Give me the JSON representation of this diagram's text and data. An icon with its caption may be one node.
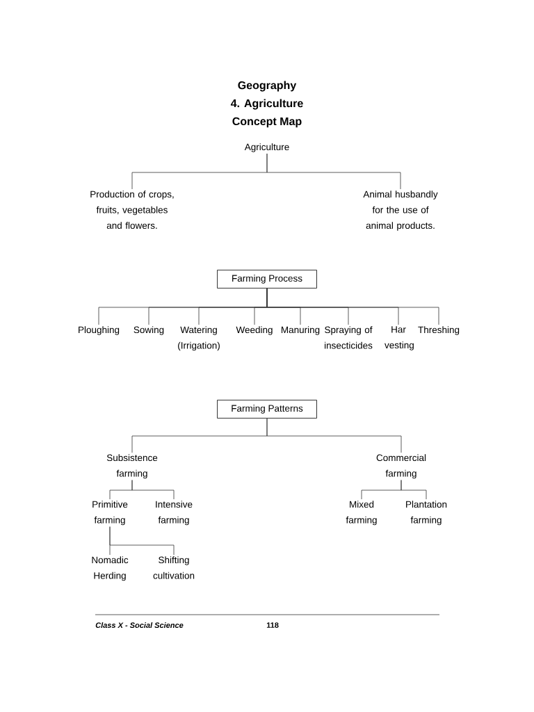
{
  "diagram": {
    "nodes": [
      {
        "text": [
          "Agriculture"
        ]
      },
      {
        "text": [
          "Production of crops, fruits, vegetables and flowers."
        ]
      },
      {
        "text": [
          "Animal husbandly for the use of animal products."
        ]
      },
      {
        "text": [
          "Farming Process"
        ]
      },
      {
        "text": [
          "Ploughing"
        ]
      },
      {
        "text": [
          "Sowing"
        ]
      },
      {
        "text": [
          "Watering (Irrigation)"
        ]
      },
      {
        "text": [
          "Weeding"
        ]
      },
      {
        "text": [
          "Manuring"
        ]
      },
      {
        "text": [
          "Spraying of insecticides"
        ]
      },
      {
        "text": [
          "Har vesting"
        ]
      },
      {
        "text": [
          "Threshing"
        ]
      },
      {
        "text": [
          "Farming Patterns"
        ]
      },
      {
        "text": [
          "Subsistence farming"
        ]
      },
      {
        "text": [
          "Commercial farming"
        ]
      },
      {
        "text": [
          "Primitive farming"
        ]
      },
      {
        "text": [
          "Intensive farming"
        ]
      },
      {
        "text": [
          "Mixed farming"
        ]
      },
      {
        "text": [
          "Plantation farming"
        ]
      },
      {
        "text": [
          "Nomadic Herding"
        ]
      },
      {
        "text": [
          "Shifting cultivation"
        ]
      }
    ],
    "edges": [
      {
        "from": 0,
        "to": 1,
        "arrow": "none"
      },
      {
        "from": 0,
        "to": 2,
        "arrow": "none"
      },
      {
        "from": 3,
        "to": 4,
        "arrow": "none"
      },
      {
        "from": 3,
        "to": 5,
        "arrow": "none"
      },
      {
        "from": 3,
        "to": 6,
        "arrow": "none"
      },
      {
        "from": 3,
        "to": 7,
        "arrow": "none"
      },
      {
        "from": 3,
        "to": 8,
        "arrow": "none"
      },
      {
        "from": 3,
        "to": 9,
        "arrow": "none"
      },
      {
        "from": 3,
        "to": 10,
        "arrow": "none"
      },
      {
        "from": 3,
        "to": 11,
        "arrow": "none"
      },
      {
        "from": 12,
        "to": 13,
        "arrow": "none"
      },
      {
        "from": 12,
        "to": 14,
        "arrow": "none"
      },
      {
        "from": 13,
        "to": 15,
        "arrow": "none"
      },
      {
        "from": 13,
        "to": 16,
        "arrow": "none"
      },
      {
        "from": 14,
        "to": 17,
        "arrow": "none"
      },
      {
        "from": 14,
        "to": 18,
        "arrow": "none"
      },
      {
        "from": 15,
        "to": 19,
        "arrow": "none"
      },
      {
        "from": 15,
        "to": 20,
        "arrow": "none"
      }
    ],
    "labels": [
      "Geography",
      "4. Agriculture",
      "Concept Map",
      "Class X - Social Science",
      "118"
    ]
  }
}
